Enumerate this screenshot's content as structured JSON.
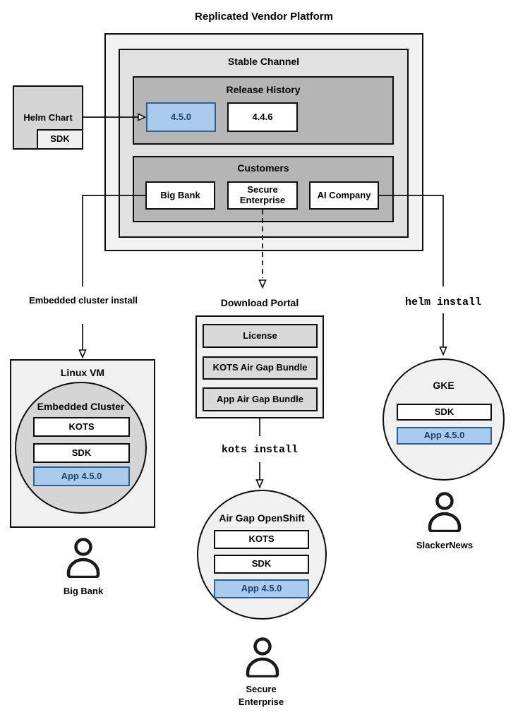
{
  "title": "Replicated Vendor Platform",
  "colors": {
    "highlight_fill": "#aacbec",
    "highlight_border": "#2a5f97",
    "highlight_text": "#17456e",
    "platform_fill": "#f2f2f2",
    "channel_fill": "#e1e1e1",
    "section_fill": "#b5b5b5",
    "node_fill": "#d5d5d5",
    "host_fill": "#f0f0f0",
    "bundle_fill": "#d9d9d9"
  },
  "platform": {
    "stable_channel": "Stable Channel",
    "release_history": {
      "title": "Release History",
      "releases": [
        {
          "version": "4.5.0"
        },
        {
          "version": "4.4.6"
        }
      ]
    },
    "customers": {
      "title": "Customers",
      "items": [
        {
          "name": "Big Bank"
        },
        {
          "name": "Secure Enterprise"
        },
        {
          "name": "AI Company"
        }
      ]
    }
  },
  "helm_chart": {
    "title": "Helm Chart",
    "sdk": "SDK"
  },
  "embedded_flow": {
    "arrow_label": "Embedded cluster install",
    "host": "Linux VM",
    "cluster": "Embedded Cluster",
    "components": [
      {
        "name": "KOTS"
      },
      {
        "name": "SDK"
      },
      {
        "name": "App 4.5.0"
      }
    ],
    "user": "Big Bank"
  },
  "airgap_flow": {
    "portal": {
      "title": "Download Portal",
      "items": [
        {
          "name": "License"
        },
        {
          "name": "KOTS Air Gap Bundle"
        },
        {
          "name": "App Air Gap Bundle"
        }
      ]
    },
    "arrow_label": "kots install",
    "cluster": "Air Gap OpenShift",
    "components": [
      {
        "name": "KOTS"
      },
      {
        "name": "SDK"
      },
      {
        "name": "App 4.5.0"
      }
    ],
    "user": "Secure Enterprise"
  },
  "helm_flow": {
    "arrow_label": "helm install",
    "cluster": "GKE",
    "components": [
      {
        "name": "SDK"
      },
      {
        "name": "App 4.5.0"
      }
    ],
    "user": "SlackerNews"
  }
}
